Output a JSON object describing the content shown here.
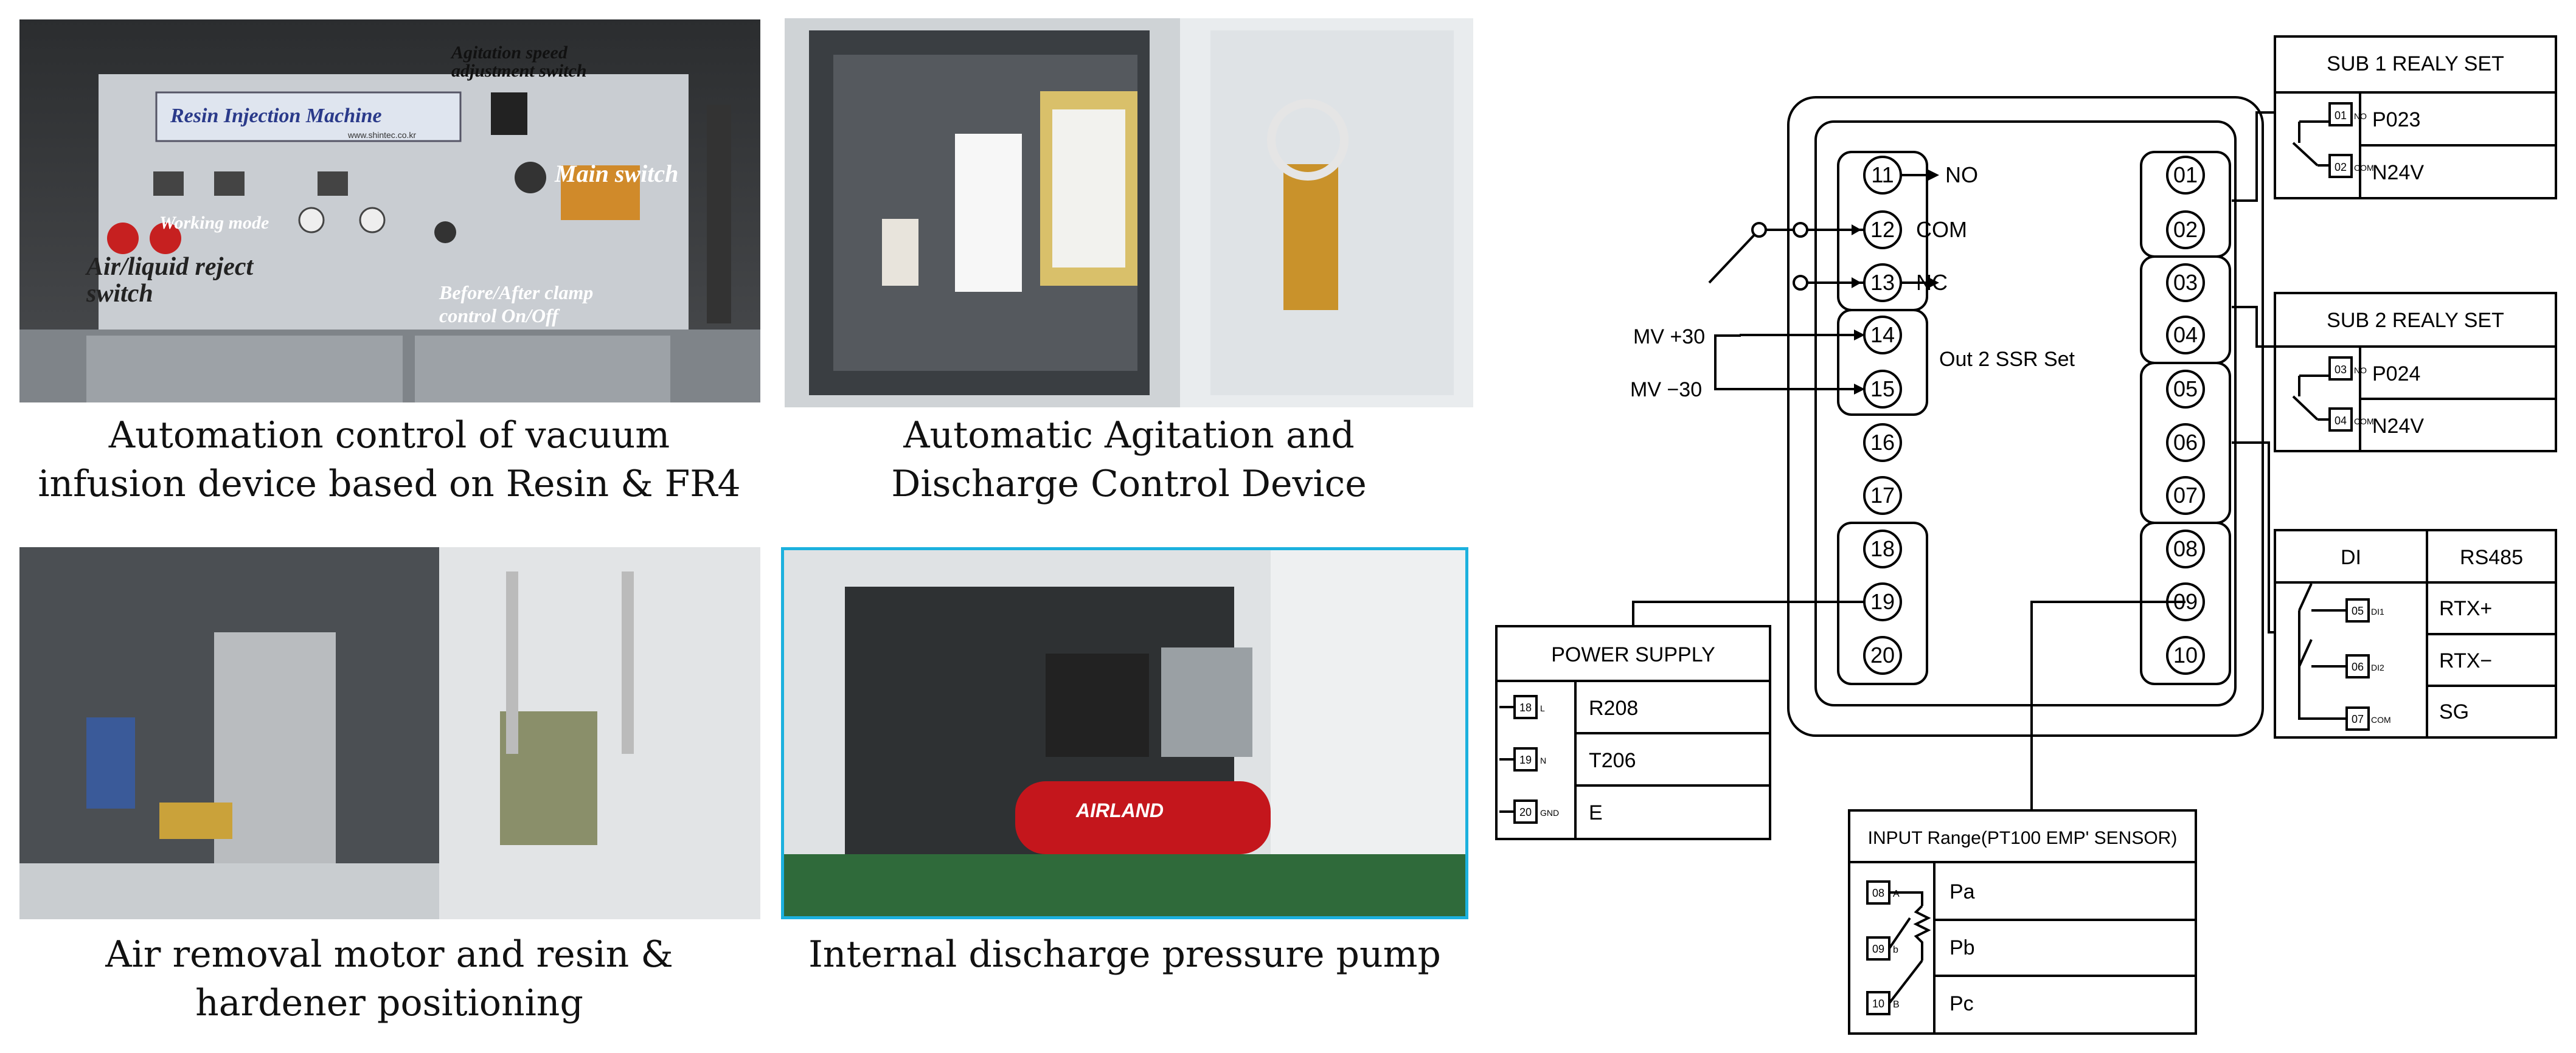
{
  "photos": {
    "p1": {
      "panel_title": "Resin Injection Machine",
      "panel_small": "www.shintec.co.kr",
      "annotations": {
        "agitation": "Agitation speed\nadjustment switch",
        "main_switch": "Main switch",
        "working_mode": "Working mode",
        "air_liquid": "Air/liquid reject\nswitch",
        "before_after": "Before/After clamp\ncontrol On/Off"
      },
      "caption": [
        "Automation control of vacuum",
        "infusion device based on Resin & FR4"
      ]
    },
    "p2": {
      "caption": [
        "Automatic Agitation and",
        "Discharge Control Device"
      ]
    },
    "p3": {
      "caption": [
        "Air removal motor and resin &",
        "hardener positioning"
      ]
    },
    "p4": {
      "brand": "AIRLAND",
      "caption": [
        "Internal discharge pressure pump"
      ]
    }
  },
  "wiring": {
    "terminals_left": [
      "11",
      "12",
      "13",
      "14",
      "15",
      "16",
      "17",
      "18",
      "19",
      "20"
    ],
    "terminals_right": [
      "01",
      "02",
      "03",
      "04",
      "05",
      "06",
      "07",
      "08",
      "09",
      "10"
    ],
    "labels": {
      "no": "NO",
      "com": "COM",
      "nc": "NC",
      "out2": "Out 2 SSR Set",
      "mv_plus": "MV +30",
      "mv_minus": "MV −30"
    },
    "sub1": {
      "title": "SUB 1 REALY SET",
      "rows": [
        {
          "t": "01",
          "tag": "NO",
          "v": "P023"
        },
        {
          "t": "02",
          "tag": "COM",
          "v": "N24V"
        }
      ]
    },
    "sub2": {
      "title": "SUB 2 REALY SET",
      "rows": [
        {
          "t": "03",
          "tag": "NO",
          "v": "P024"
        },
        {
          "t": "04",
          "tag": "COM",
          "v": "N24V"
        }
      ]
    },
    "di": {
      "title_a": "DI",
      "title_b": "RS485",
      "rows": [
        {
          "t": "05",
          "tag": "DI1",
          "v": "RTX+"
        },
        {
          "t": "06",
          "tag": "DI2",
          "v": "RTX−"
        },
        {
          "t": "07",
          "tag": "COM",
          "v": "SG"
        }
      ]
    },
    "power": {
      "title": "POWER SUPPLY",
      "rows": [
        {
          "t": "18",
          "tag": "L",
          "v": "R208"
        },
        {
          "t": "19",
          "tag": "N",
          "v": "T206"
        },
        {
          "t": "20",
          "tag": "GND",
          "v": "E"
        }
      ]
    },
    "input": {
      "title": "INPUT Range(PT100 EMP' SENSOR)",
      "rows": [
        {
          "t": "08",
          "tag": "A",
          "v": "Pa"
        },
        {
          "t": "09",
          "tag": "b",
          "v": "Pb"
        },
        {
          "t": "10",
          "tag": "B",
          "v": "Pc"
        }
      ]
    }
  }
}
